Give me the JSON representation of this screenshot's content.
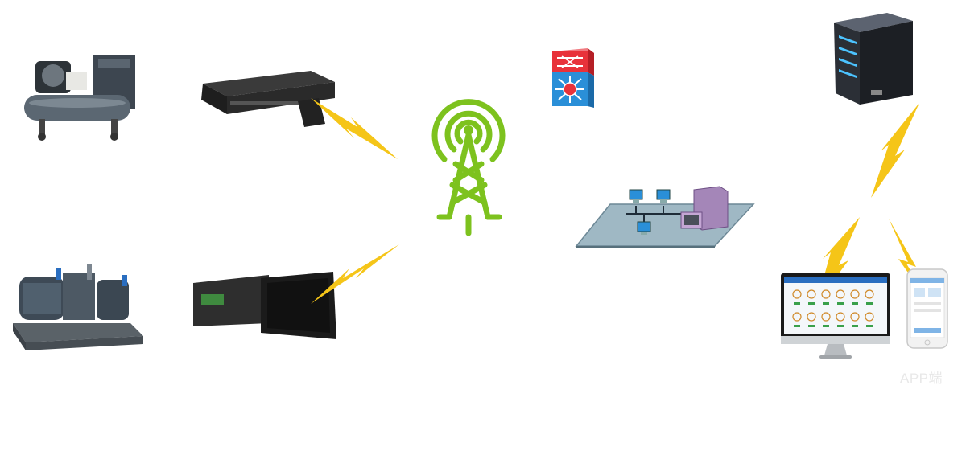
{
  "diagram": {
    "labels": {
      "app": "APP端"
    },
    "colors": {
      "tower": "#7dc21e",
      "bolt": "#f5c518",
      "device_dark": "#2a2a2a",
      "compressor": "#4a5560",
      "switch_red": "#e8323a",
      "switch_blue": "#2a8fd8",
      "lan_plate": "#9fb8c4",
      "server_purple": "#a486b8"
    },
    "nodes": [
      {
        "id": "air-compressor",
        "icon": "air-compressor-icon"
      },
      {
        "id": "refrigeration-unit",
        "icon": "refrigeration-unit-icon"
      },
      {
        "id": "gateway-box",
        "icon": "gateway-box-icon"
      },
      {
        "id": "hmi-touch-panel",
        "icon": "hmi-panel-icon"
      },
      {
        "id": "cell-tower",
        "icon": "signal-tower-icon"
      },
      {
        "id": "layer3-switch",
        "icon": "switch-icon"
      },
      {
        "id": "lan-network",
        "icon": "lan-network-icon"
      },
      {
        "id": "cloud-server",
        "icon": "server-icon"
      },
      {
        "id": "monitor-dashboard",
        "icon": "monitor-icon"
      },
      {
        "id": "mobile-phone",
        "icon": "phone-icon"
      }
    ]
  }
}
